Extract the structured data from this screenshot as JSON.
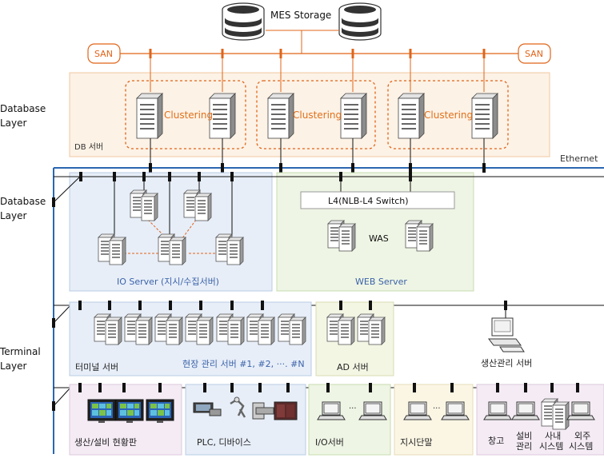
{
  "storage": {
    "label": "MES Storage"
  },
  "san": {
    "left": "SAN",
    "right": "SAN"
  },
  "layers": {
    "db_top": [
      "Database",
      "Layer"
    ],
    "db_mid": [
      "Database",
      "Layer"
    ],
    "terminal": [
      "Terminal",
      "Layer"
    ]
  },
  "ethernet": "Ethernet",
  "db_zone": {
    "label": "DB 서버",
    "clusters": [
      "Clustering",
      "Clustering",
      "Clustering"
    ]
  },
  "io_zone": {
    "label": "IO Server (지시/수집서버)"
  },
  "web_zone": {
    "label": "WEB Server",
    "switch": "L4(NLB-L4 Switch)",
    "was": "WAS"
  },
  "terminal_zone": {
    "label": "터미널 서버",
    "field_label": "현장 관리 서버 #1, #2, ···. #N"
  },
  "ad_zone": {
    "label": "AD 서버"
  },
  "prod_mgmt": {
    "label": "생산관리 서버"
  },
  "bottom": {
    "board": "생산/설비 현황판",
    "plc": "PLC, 디바이스",
    "io": "I/O서버",
    "dir": "지시단말",
    "dots": "···",
    "items": [
      [
        "창고"
      ],
      [
        "설비",
        "관리"
      ],
      [
        "사내",
        "시스템"
      ],
      [
        "외주",
        "시스템"
      ]
    ]
  },
  "colors": {
    "orange": "#e06418",
    "blue": "#2a66b0",
    "db_fill": "#fdf2e6",
    "io_fill": "#e7eef8",
    "web_fill": "#eef5e4",
    "pink_fill": "#f4ebf4",
    "cream_fill": "#fbf6e4"
  }
}
